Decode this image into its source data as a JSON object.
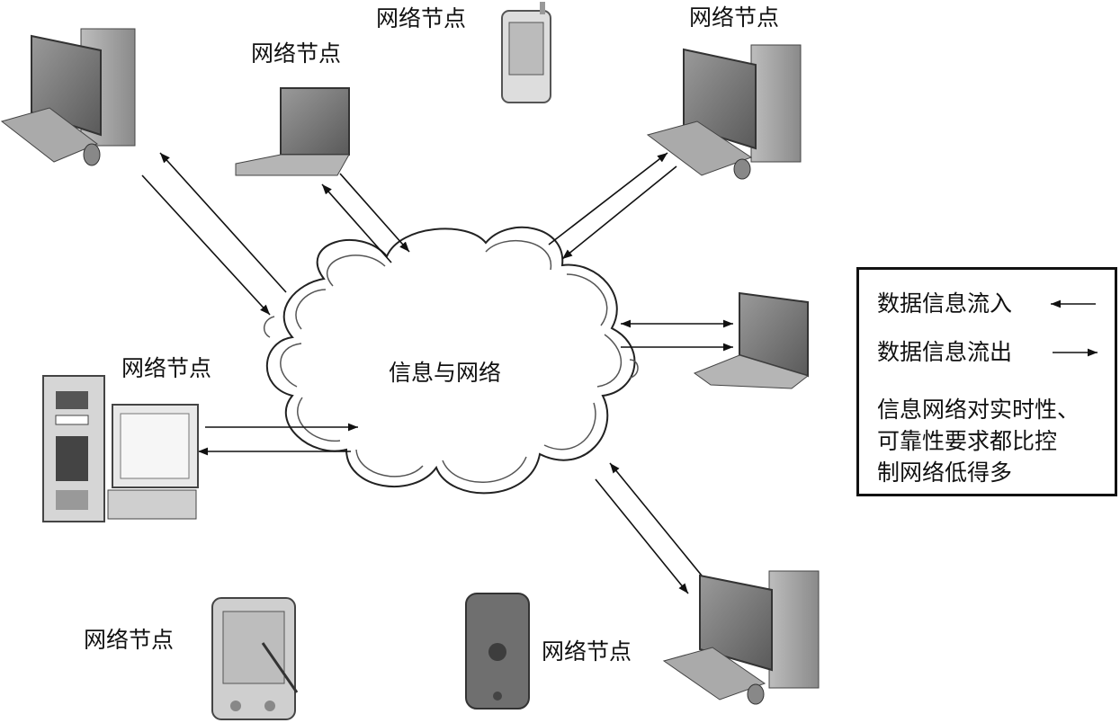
{
  "cloud": {
    "label": "信息与网络"
  },
  "nodes": {
    "top_left_desktop": "",
    "top_laptop": "网络节点",
    "top_phone": "网络节点",
    "top_right_desktop": "网络节点",
    "left_workstation": "网络节点",
    "right_laptop": "",
    "bottom_left_pda": "网络节点",
    "bottom_phone": "网络节点",
    "bottom_right_desktop": ""
  },
  "legend": {
    "inflow": "数据信息流入",
    "outflow": "数据信息流出",
    "note_lines": [
      "信息网络对实时性、",
      "可靠性要求都比控",
      "制网络低得多"
    ]
  },
  "icons": [
    "desktop-computer-icon",
    "laptop-icon",
    "mobile-phone-icon",
    "pda-icon",
    "smartphone-icon",
    "workstation-icon",
    "cloud-icon"
  ]
}
